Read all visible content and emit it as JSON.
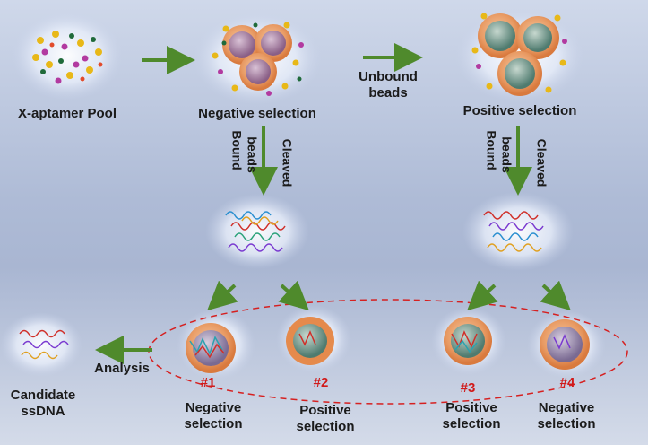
{
  "labels": {
    "pool": "X-aptamer Pool",
    "neg_selection": "Negative selection",
    "pos_selection": "Positive selection",
    "unbound": "Unbound",
    "unbound2": "beads",
    "bound_left": "Bound",
    "beads_left": "beads",
    "cleaved_left": "Cleaved",
    "bound_right": "Bound",
    "beads_right": "beads",
    "cleaved_right": "Cleaved",
    "analysis": "Analysis",
    "candidate1": "Candidate",
    "candidate2": "ssDNA",
    "n1": "#1",
    "n2": "#2",
    "n3": "#3",
    "n4": "#4",
    "b1a": "Negative",
    "b1b": "selection",
    "b2a": "Positive",
    "b2b": "selection",
    "b3a": "Positive",
    "b3b": "selection",
    "b4a": "Negative",
    "b4b": "selection"
  },
  "colors": {
    "arrow": "#4f8a2c",
    "hash": "#d11a1a",
    "dashed": "#d62020"
  }
}
